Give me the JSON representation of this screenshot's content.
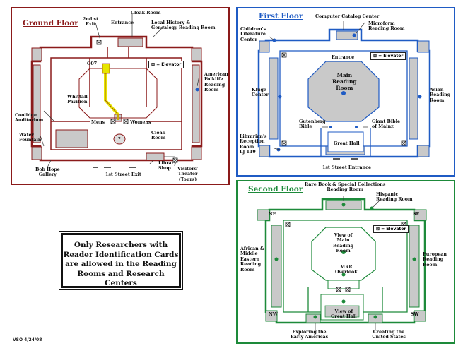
{
  "colors": {
    "ground": "#8b1a1a",
    "first": "#1f5bc4",
    "second": "#1d8a3a",
    "path": "#e6e600",
    "gray": "#c9c9c9"
  },
  "ground_floor": {
    "title": "Ground Floor",
    "legend": "= Elevator",
    "labels": {
      "second_st_exit": "2nd st\nExit",
      "entrance": "Entrance",
      "cloak_room_top": "Cloak Room",
      "local_history": "Local History &\nGenealogy Reading Room",
      "g07": "G07",
      "american_folklife": "American\nFolklife\nReading\nRoom",
      "whittall": "Whittall\nPavilion",
      "coolidge": "Coolidge\nAuditorium",
      "mens": "Mens",
      "womens": "Womens",
      "cloak_room": "Cloak\nRoom",
      "water_fountain": "Water\nFountain",
      "question": "?",
      "bob_hope": "Bob Hope\nGallery",
      "library_shop": "Library\nShop",
      "visitors_theater": "Visitors'\nTheater\n(Tours)",
      "first_street_exit": "1st Street  Exit"
    }
  },
  "first_floor": {
    "title": "First Floor",
    "legend": "= Elevator",
    "labels": {
      "computer_catalog": "Computer Catalog Center",
      "childrens_lit": "Children's\nLiterature\nCenter",
      "microform": "Microform\nReading Room",
      "entrance": "Entrance",
      "main_reading": "Main\nReading\nRoom",
      "kluge": "Kluge\nCenter",
      "asian": "Asian\nReading\nRoom",
      "gutenberg": "Gutenberg\nBible",
      "giant_bible": "Giant Bible\nof Mainz",
      "librarians": "Librarian's\nReception\nRoom\nLJ 119",
      "great_hall": "Great Hall",
      "first_street_entrance": "1st Street  Entrance"
    }
  },
  "second_floor": {
    "title": "Second Floor",
    "legend": "= Elevator",
    "labels": {
      "rare_book": "Rare Book & Special Collections\nReading Room",
      "hispanic": "Hispanic\nReading Room",
      "ne": "NE",
      "se": "SE",
      "nw": "NW",
      "sw": "SW",
      "view_main": "View of\nMain\nReading\nRoom",
      "african": "African &\nMiddle\nEastern\nReading\nRoom",
      "european": "European\nReading\nRoom",
      "mrr_overlook": "MRR\nOverlook",
      "view_great_hall": "View of\nGreat Hall",
      "exploring": "Exploring the\nEarly Americas",
      "creating": "Creating the\nUnited States"
    }
  },
  "notice": "Only Researchers with\nReader Identification Cards\nare allowed in the Reading\nRooms and Research Centers",
  "footer": "VSO 4/24/08"
}
